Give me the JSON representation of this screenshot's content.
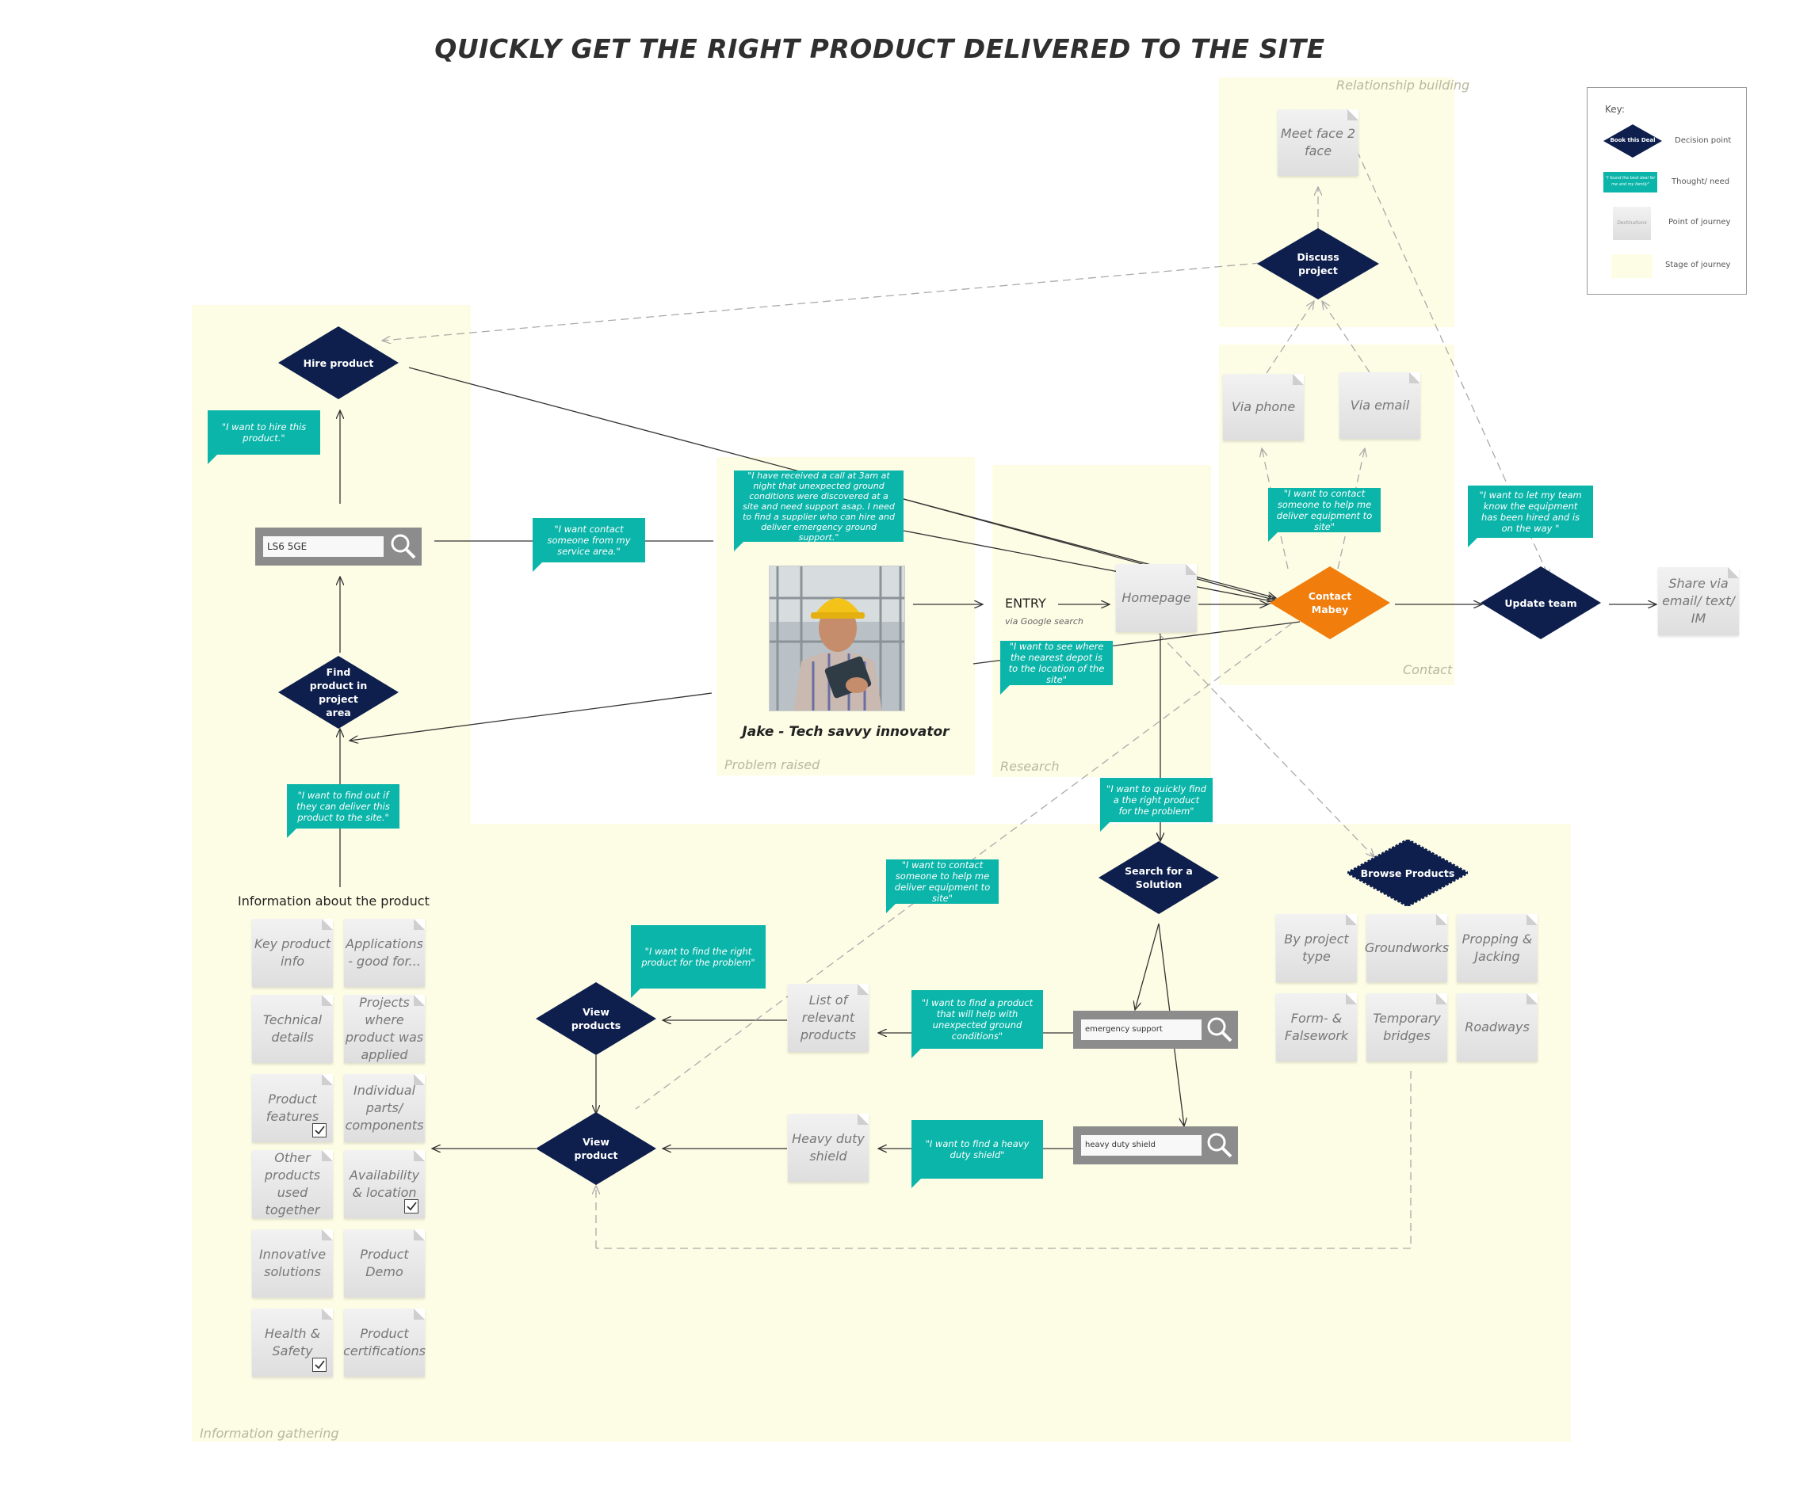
{
  "title": "QUICKLY GET THE RIGHT PRODUCT DELIVERED TO THE SITE",
  "colors": {
    "decision": "#0e1f4d",
    "thought": "#0bb5a9",
    "stage": "#fdfde6",
    "contact": "#f07d0c"
  },
  "stages": {
    "relationship": "Relationship building",
    "contact": "Contact",
    "problem": "Problem raised",
    "research": "Research",
    "information": "Information gathering"
  },
  "decisions": {
    "hire_product": "Hire product",
    "find_product": "Find product in project area",
    "discuss_project": "Discuss project",
    "contact_mabey": "Contact Mabey",
    "update_team": "Update team",
    "search_solution": "Search for a Solution",
    "browse_products": "Browse Products",
    "view_products": "View products",
    "view_product": "View product"
  },
  "thoughts": {
    "hire_this": "\"I want to hire this product.\"",
    "contact_service_area": "\"I want contact someone from my service area.\"",
    "call_3am": "\"I have received a call at 3am at night that unexpected ground conditions were discovered at a site and need support asap. I need to find a supplier who can hire and deliver emergency ground support.\"",
    "nearest_depot": "\"I want to see where the nearest depot is to the location of the site\"",
    "contact_help_top": "\"I want to contact someone to help me deliver equipment to site\"",
    "let_team_know": "\"I want to let my team know the equipment has been hired and is on the way \"",
    "find_out_deliver": "\"I want to find out if they can deliver this product to the site.\"",
    "quickly_find": "\"I want to quickly find a the right product for the problem\"",
    "contact_help_mid": "\"I want to contact someone to help me deliver equipment to site\"",
    "find_right_product": "\"I want to find the right product for the problem\"",
    "unexpected_ground": "\"I want to find a product that will help with unexpected ground conditions\"",
    "heavy_duty_shield": "\"I want to find a heavy duty shield\""
  },
  "points": {
    "meet_face": "Meet face 2 face",
    "via_phone": "Via phone",
    "via_email": "Via email",
    "homepage": "Homepage",
    "share": "Share via email/ text/ IM",
    "list_products": "List of relevant products",
    "heavy_duty_shield": "Heavy duty shield",
    "by_project_type": "By project type",
    "groundworks": "Groundworks",
    "propping": "Propping & Jacking",
    "form_falsework": "Form- & Falsework",
    "temp_bridges": "Temporary bridges",
    "roadways": "Roadways"
  },
  "info": {
    "heading": "Information about the product",
    "items": [
      {
        "label": "Key product info",
        "checked": false
      },
      {
        "label": "Applications - good for...",
        "checked": false
      },
      {
        "label": "Technical details",
        "checked": false
      },
      {
        "label": "Projects where product was applied",
        "checked": false
      },
      {
        "label": "Product features",
        "checked": true
      },
      {
        "label": "Individual parts/ components",
        "checked": false
      },
      {
        "label": "Other products used together",
        "checked": false
      },
      {
        "label": "Availability & location",
        "checked": true
      },
      {
        "label": "Innovative solutions",
        "checked": false
      },
      {
        "label": "Product Demo",
        "checked": false
      },
      {
        "label": "Health & Safety",
        "checked": true
      },
      {
        "label": "Product certifications",
        "checked": false
      }
    ]
  },
  "search": {
    "postcode": "LS6 5GE",
    "emergency": "emergency support",
    "heavy": "heavy duty shield"
  },
  "persona": {
    "name": "Jake - Tech savvy innovator",
    "entry": "ENTRY",
    "entry_sub": "via Google search"
  },
  "key": {
    "title": "Key:",
    "decision_sample": "Book this Deal",
    "decision": "Decision point",
    "thought_sample": "\"I found the best deal for me and my family\"",
    "thought": "Thought/ need",
    "point_sample": "Destinations",
    "point": "Point of journey",
    "stage": "Stage of journey"
  }
}
